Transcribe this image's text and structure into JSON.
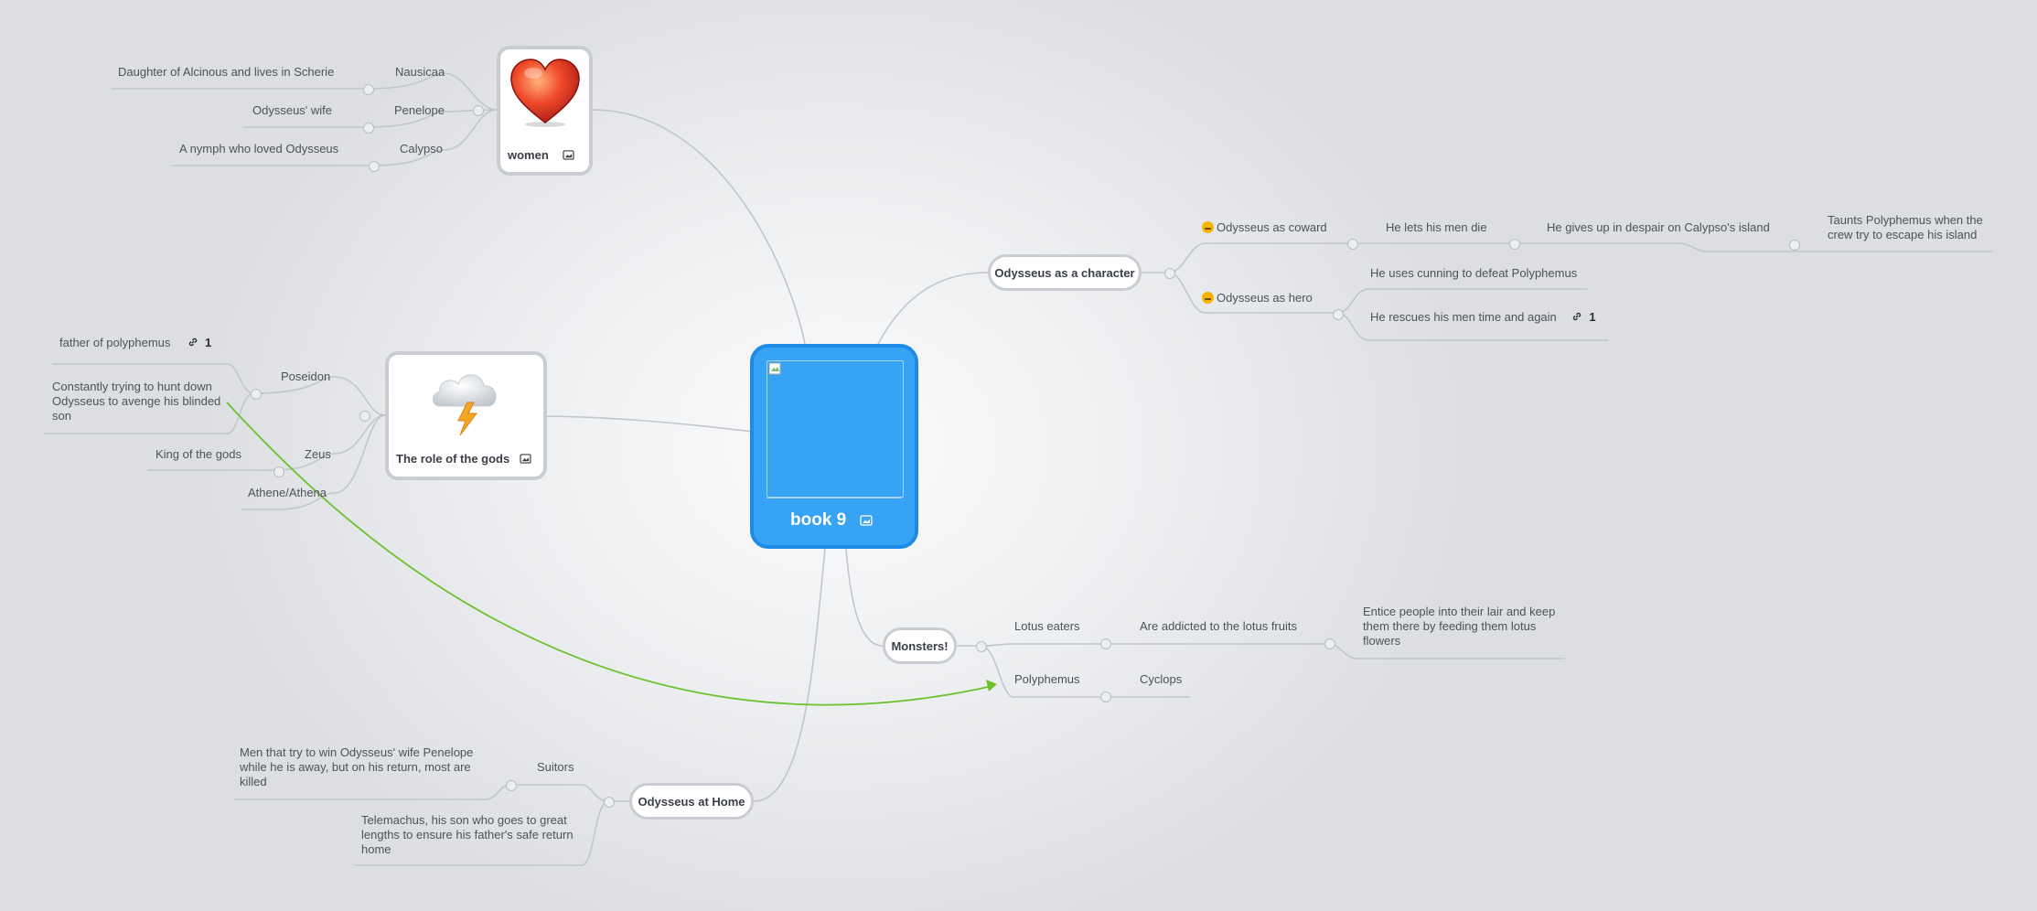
{
  "root": {
    "title": "book 9",
    "icon": "image-icon"
  },
  "women": {
    "label": "women",
    "image": "heart-image",
    "icon": "image-icon",
    "children": [
      {
        "label": "Nausicaa",
        "child": "Daughter of Alcinous and lives in Scherie"
      },
      {
        "label": "Penelope",
        "child": "Odysseus' wife"
      },
      {
        "label": "Calypso",
        "child": "A nymph who loved Odysseus"
      }
    ]
  },
  "gods": {
    "label": "The role of the gods",
    "image": "storm-cloud-image",
    "icon": "image-icon",
    "poseidon": {
      "label": "Poseidon",
      "child1": "father of polyphemus",
      "child1_link_count": "1",
      "child2": "Constantly trying to hunt down Odysseus to avenge his blinded son"
    },
    "zeus": {
      "label": "Zeus",
      "child": "King of the gods"
    },
    "athena": {
      "label": "Athene/Athena"
    }
  },
  "character": {
    "label": "Odysseus as a character",
    "coward": {
      "label": "Odysseus as coward",
      "emoji": "sad-face-emoji",
      "child": "He lets his men die",
      "grandchild": "He gives up in despair on Calypso's island",
      "great": "Taunts Polyphemus when the crew try to escape his island"
    },
    "hero": {
      "label": "Odysseus as hero",
      "emoji": "smile-face-emoji",
      "child1": "He uses cunning to defeat Polyphemus",
      "child2": "He rescues his men time and again",
      "child2_link_count": "1"
    }
  },
  "monsters": {
    "label": "Monsters!",
    "lotus": {
      "label": "Lotus eaters",
      "child": "Are addicted to the lotus fruits",
      "grandchild": "Entice people into their lair and keep them there by feeding them lotus flowers"
    },
    "polyphemus": {
      "label": "Polyphemus",
      "child": "Cyclops"
    }
  },
  "home": {
    "label": "Odysseus at Home",
    "suitors": {
      "label": "Suitors",
      "child": "Men that try to win Odysseus' wife Penelope while he is away, but on his return, most are killed"
    },
    "telemachus": "Telemachus, his son who goes to great lengths to ensure his father's safe return home"
  },
  "colors": {
    "root_fill": "#36a3f5",
    "root_border": "#1f8ae6",
    "branch_line": "#c2c5ca",
    "relationship_arrow": "#6cc12e"
  }
}
